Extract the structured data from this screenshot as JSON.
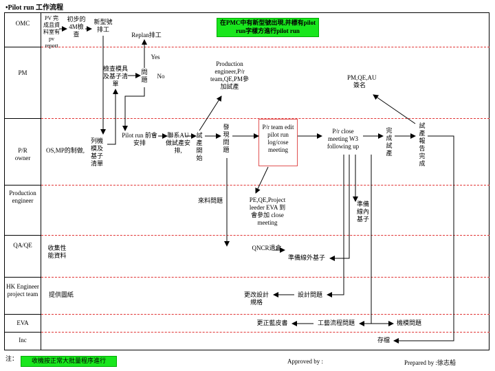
{
  "title": "•Pilot run 工作流程",
  "lanes": {
    "omc": "OMC",
    "pm": "PM",
    "pr": "P/R owner",
    "production": "Production engineer",
    "qa": "QA/QE",
    "hk": "HK Engineer project team",
    "eva": "EVA",
    "inc": "Inc"
  },
  "nodes": {
    "pv_report": "PV 完成且資料室有pv report",
    "initial_check": "初步的4M檢查",
    "new_model": "新型號排工",
    "replan": "Replan排工",
    "yes": "Yes",
    "no": "No",
    "check_list": "檢查模具及基子清單",
    "problem": "問題",
    "prod_meeting": "Production engineer,P/r team,QE,PM參加試產",
    "pm_sign": "PM,QE,AU簽名",
    "os_mp": "OS,MP的制做,",
    "list_tooling": "列機模及基子清單",
    "pilot_arrange": "Pilot run 前會安排",
    "au_arrange": "聯系AU做試產安排,",
    "trial_start": "試產開始",
    "find_problem": "發現問題",
    "edit_log": "P/r team edit pilot run log/cose meeting",
    "close_meeting": "P/r close meeting W3 following up",
    "trial_done": "完成試產",
    "report_done": "試產報告完成",
    "incoming_issue": "來料問題",
    "pe_meeting": "PE,QE,Project leeder EVA 到會參加 close meeting",
    "prepare_tooling": "準備線內基子",
    "collect_data": "收集性能資料",
    "qncr": "QNCR退倉",
    "prepare_outside": "準備線外基子",
    "provide_drawing": "提供圖紙",
    "change_design": "更改設計規格",
    "design_issue": "設計問題",
    "correct_bom": "更正藍皮書",
    "process_issue": "工藝流程問題",
    "machine_issue": "機模問題",
    "archive": "存檔"
  },
  "notes": {
    "pmc_note": "在PMC中有新型號出現,并標有pilot run字樣方進行pilot run",
    "footnote_prefix": "注：",
    "mass_production": "收機按正常大批量程序進行",
    "approved_by": "Approved by :",
    "prepared_by": "Prepared by :徐志船"
  },
  "colors": {
    "green_box": "#19e61d",
    "lane_divider": "#e03030",
    "highlight_box": "#e05050"
  }
}
